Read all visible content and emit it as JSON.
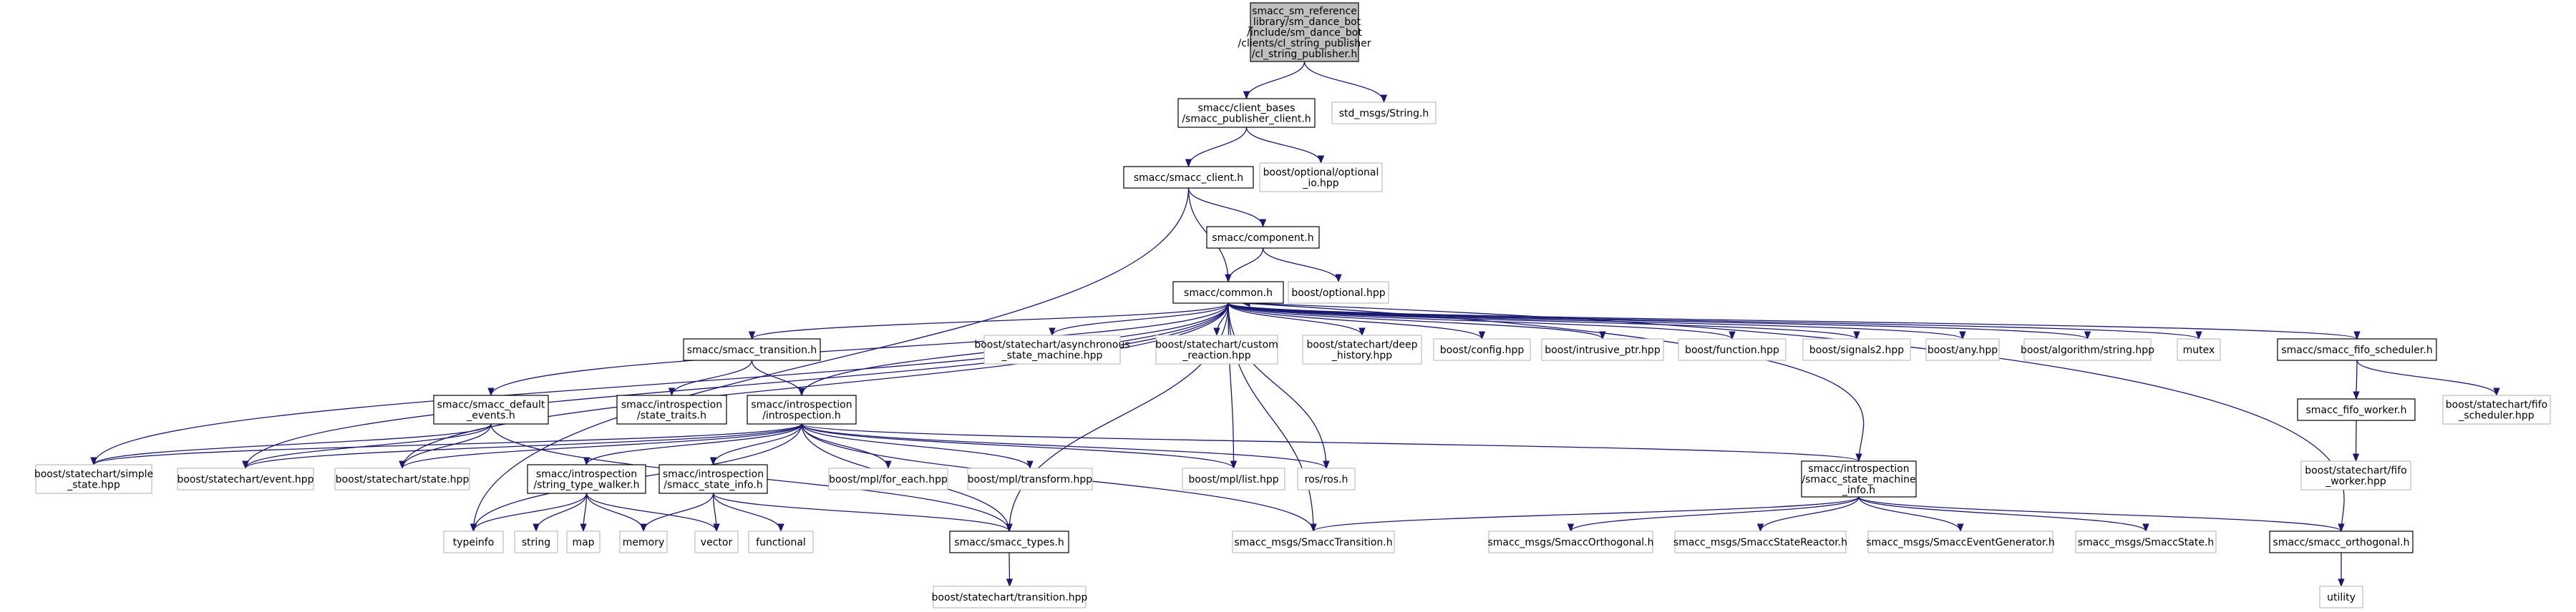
{
  "diagram": {
    "type": "include-dependency-graph",
    "edge_color": "#191970",
    "root_fill": "#bfbfbf",
    "external_border": "#bfbfbf",
    "nodes": [
      {
        "id": "root",
        "kind": "root",
        "lines": [
          "smacc_sm_reference",
          "_library/sm_dance_bot",
          "/include/sm_dance_bot",
          "/clients/cl_string_publisher",
          "/cl_string_publisher.h"
        ]
      },
      {
        "id": "pubclient",
        "kind": "local",
        "lines": [
          "smacc/client_bases",
          "/smacc_publisher_client.h"
        ]
      },
      {
        "id": "stdstring",
        "kind": "ext",
        "lines": [
          "std_msgs/String.h"
        ]
      },
      {
        "id": "smaccclient",
        "kind": "local",
        "lines": [
          "smacc/smacc_client.h"
        ]
      },
      {
        "id": "optio",
        "kind": "ext",
        "lines": [
          "boost/optional/optional",
          "_io.hpp"
        ]
      },
      {
        "id": "component",
        "kind": "local",
        "lines": [
          "smacc/component.h"
        ]
      },
      {
        "id": "common",
        "kind": "local",
        "lines": [
          "smacc/common.h"
        ]
      },
      {
        "id": "optional",
        "kind": "ext",
        "lines": [
          "boost/optional.hpp"
        ]
      },
      {
        "id": "transition",
        "kind": "local",
        "lines": [
          "smacc/smacc_transition.h"
        ]
      },
      {
        "id": "asyncsm",
        "kind": "ext",
        "lines": [
          "boost/statechart/asynchronous",
          "_state_machine.hpp"
        ]
      },
      {
        "id": "customreac",
        "kind": "ext",
        "lines": [
          "boost/statechart/custom",
          "_reaction.hpp"
        ]
      },
      {
        "id": "deephist",
        "kind": "ext",
        "lines": [
          "boost/statechart/deep",
          "_history.hpp"
        ]
      },
      {
        "id": "config",
        "kind": "ext",
        "lines": [
          "boost/config.hpp"
        ]
      },
      {
        "id": "intrusive",
        "kind": "ext",
        "lines": [
          "boost/intrusive_ptr.hpp"
        ]
      },
      {
        "id": "function",
        "kind": "ext",
        "lines": [
          "boost/function.hpp"
        ]
      },
      {
        "id": "signals2",
        "kind": "ext",
        "lines": [
          "boost/signals2.hpp"
        ]
      },
      {
        "id": "any",
        "kind": "ext",
        "lines": [
          "boost/any.hpp"
        ]
      },
      {
        "id": "algstring",
        "kind": "ext",
        "lines": [
          "boost/algorithm/string.hpp"
        ]
      },
      {
        "id": "mutex",
        "kind": "ext",
        "lines": [
          "mutex"
        ]
      },
      {
        "id": "fifosched",
        "kind": "local",
        "lines": [
          "smacc/smacc_fifo_scheduler.h"
        ]
      },
      {
        "id": "defevents",
        "kind": "local",
        "lines": [
          "smacc/smacc_default",
          "_events.h"
        ]
      },
      {
        "id": "statetraits",
        "kind": "local",
        "lines": [
          "smacc/introspection",
          "/state_traits.h"
        ]
      },
      {
        "id": "introspection",
        "kind": "local",
        "lines": [
          "smacc/introspection",
          "/introspection.h"
        ]
      },
      {
        "id": "fifoworker",
        "kind": "local",
        "lines": [
          "smacc_fifo_worker.h"
        ]
      },
      {
        "id": "schedhpp",
        "kind": "ext",
        "lines": [
          "boost/statechart/fifo",
          "_scheduler.hpp"
        ]
      },
      {
        "id": "simplestate",
        "kind": "ext",
        "lines": [
          "boost/statechart/simple",
          "_state.hpp"
        ]
      },
      {
        "id": "event",
        "kind": "ext",
        "lines": [
          "boost/statechart/event.hpp"
        ]
      },
      {
        "id": "state",
        "kind": "ext",
        "lines": [
          "boost/statechart/state.hpp"
        ]
      },
      {
        "id": "walker",
        "kind": "local",
        "lines": [
          "smacc/introspection",
          "/string_type_walker.h"
        ]
      },
      {
        "id": "stateinfo",
        "kind": "local",
        "lines": [
          "smacc/introspection",
          "/smacc_state_info.h"
        ]
      },
      {
        "id": "foreach",
        "kind": "ext",
        "lines": [
          "boost/mpl/for_each.hpp"
        ]
      },
      {
        "id": "transform",
        "kind": "ext",
        "lines": [
          "boost/mpl/transform.hpp"
        ]
      },
      {
        "id": "list",
        "kind": "ext",
        "lines": [
          "boost/mpl/list.hpp"
        ]
      },
      {
        "id": "ros",
        "kind": "ext",
        "lines": [
          "ros/ros.h"
        ]
      },
      {
        "id": "smaccinfo",
        "kind": "local",
        "lines": [
          "smacc/introspection",
          "/smacc_state_machine",
          "_info.h"
        ]
      },
      {
        "id": "workerhpp",
        "kind": "ext",
        "lines": [
          "boost/statechart/fifo",
          "_worker.hpp"
        ]
      },
      {
        "id": "typeinfo",
        "kind": "ext",
        "lines": [
          "typeinfo"
        ]
      },
      {
        "id": "string",
        "kind": "ext",
        "lines": [
          "string"
        ]
      },
      {
        "id": "map",
        "kind": "ext",
        "lines": [
          "map"
        ]
      },
      {
        "id": "memory",
        "kind": "ext",
        "lines": [
          "memory"
        ]
      },
      {
        "id": "vector",
        "kind": "ext",
        "lines": [
          "vector"
        ]
      },
      {
        "id": "functional",
        "kind": "ext",
        "lines": [
          "functional"
        ]
      },
      {
        "id": "types",
        "kind": "local",
        "lines": [
          "smacc/smacc_types.h"
        ]
      },
      {
        "id": "smtransition",
        "kind": "ext",
        "lines": [
          "smacc_msgs/SmaccTransition.h"
        ]
      },
      {
        "id": "smorth",
        "kind": "ext",
        "lines": [
          "smacc_msgs/SmaccOrthogonal.h"
        ]
      },
      {
        "id": "smreactor",
        "kind": "ext",
        "lines": [
          "smacc_msgs/SmaccStateReactor.h"
        ]
      },
      {
        "id": "smevgen",
        "kind": "ext",
        "lines": [
          "smacc_msgs/SmaccEventGenerator.h"
        ]
      },
      {
        "id": "smstate",
        "kind": "ext",
        "lines": [
          "smacc_msgs/SmaccState.h"
        ]
      },
      {
        "id": "orthogonal",
        "kind": "local",
        "lines": [
          "smacc/smacc_orthogonal.h"
        ]
      },
      {
        "id": "sctransition",
        "kind": "ext",
        "lines": [
          "boost/statechart/transition.hpp"
        ]
      },
      {
        "id": "utility",
        "kind": "ext",
        "lines": [
          "utility"
        ]
      }
    ],
    "edges": [
      [
        "root",
        "pubclient"
      ],
      [
        "root",
        "stdstring"
      ],
      [
        "pubclient",
        "smaccclient"
      ],
      [
        "pubclient",
        "optio"
      ],
      [
        "smaccclient",
        "typeinfo"
      ],
      [
        "smaccclient",
        "common"
      ],
      [
        "smaccclient",
        "component"
      ],
      [
        "component",
        "common"
      ],
      [
        "component",
        "optional"
      ],
      [
        "common",
        "simplestate"
      ],
      [
        "common",
        "event"
      ],
      [
        "common",
        "state"
      ],
      [
        "common",
        "defevents"
      ],
      [
        "common",
        "transition"
      ],
      [
        "common",
        "introspection"
      ],
      [
        "common",
        "types"
      ],
      [
        "common",
        "list"
      ],
      [
        "common",
        "ros"
      ],
      [
        "common",
        "smtransition"
      ],
      [
        "common",
        "asyncsm"
      ],
      [
        "common",
        "customreac"
      ],
      [
        "common",
        "deephist"
      ],
      [
        "common",
        "config"
      ],
      [
        "common",
        "intrusive"
      ],
      [
        "common",
        "function"
      ],
      [
        "common",
        "signals2"
      ],
      [
        "common",
        "any"
      ],
      [
        "common",
        "algstring"
      ],
      [
        "common",
        "mutex"
      ],
      [
        "common",
        "fifosched"
      ],
      [
        "transition",
        "statetraits"
      ],
      [
        "transition",
        "introspection"
      ],
      [
        "defevents",
        "event"
      ],
      [
        "defevents",
        "state"
      ],
      [
        "defevents",
        "simplestate"
      ],
      [
        "defevents",
        "types"
      ],
      [
        "introspection",
        "simplestate"
      ],
      [
        "introspection",
        "event"
      ],
      [
        "introspection",
        "state"
      ],
      [
        "introspection",
        "walker"
      ],
      [
        "introspection",
        "stateinfo"
      ],
      [
        "introspection",
        "foreach"
      ],
      [
        "introspection",
        "transform"
      ],
      [
        "introspection",
        "list"
      ],
      [
        "introspection",
        "ros"
      ],
      [
        "introspection",
        "smaccinfo"
      ],
      [
        "introspection",
        "types"
      ],
      [
        "introspection",
        "typeinfo"
      ],
      [
        "introspection",
        "smtransition"
      ],
      [
        "fifosched",
        "fifoworker"
      ],
      [
        "fifosched",
        "schedhpp"
      ],
      [
        "fifoworker",
        "workerhpp"
      ],
      [
        "walker",
        "typeinfo"
      ],
      [
        "walker",
        "string"
      ],
      [
        "walker",
        "map"
      ],
      [
        "walker",
        "memory"
      ],
      [
        "walker",
        "vector"
      ],
      [
        "stateinfo",
        "memory"
      ],
      [
        "stateinfo",
        "vector"
      ],
      [
        "stateinfo",
        "functional"
      ],
      [
        "stateinfo",
        "types"
      ],
      [
        "smaccinfo",
        "common"
      ],
      [
        "smaccinfo",
        "smtransition"
      ],
      [
        "smaccinfo",
        "smorth"
      ],
      [
        "smaccinfo",
        "smreactor"
      ],
      [
        "smaccinfo",
        "smevgen"
      ],
      [
        "smaccinfo",
        "smstate"
      ],
      [
        "smaccinfo",
        "orthogonal"
      ],
      [
        "orthogonal",
        "common"
      ],
      [
        "orthogonal",
        "utility"
      ],
      [
        "types",
        "sctransition"
      ]
    ]
  }
}
